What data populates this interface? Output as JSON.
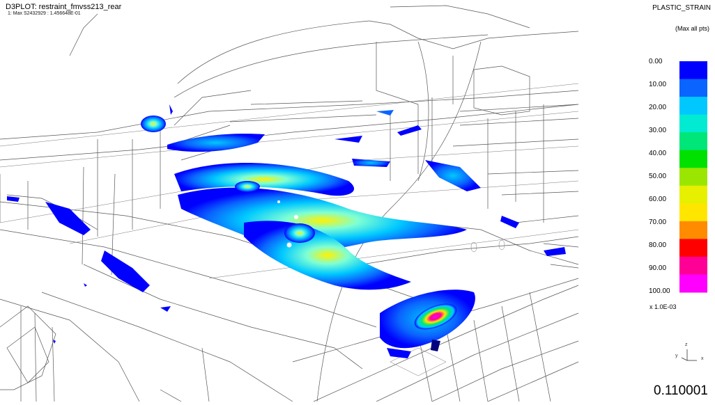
{
  "header": {
    "title": "D3PLOT: restraint_fmvss213_rear",
    "subtitle": "1: Max S2432929 : 1.456648E-01"
  },
  "fringe": {
    "component": "PLASTIC_STRAIN",
    "basis": "(Max all pts)",
    "levels": [
      "0.00",
      "10.00",
      "20.00",
      "30.00",
      "40.00",
      "50.00",
      "60.00",
      "70.00",
      "80.00",
      "90.00",
      "100.00"
    ],
    "colors": [
      "#0000ff",
      "#0a64ff",
      "#00c8ff",
      "#00ebd2",
      "#00e678",
      "#00e100",
      "#9be600",
      "#e6f000",
      "#ffe600",
      "#ff8c00",
      "#ff0000",
      "#ff0096",
      "#ff00ff"
    ],
    "multiplier": "x 1.0E-03"
  },
  "triad": {
    "z": "z",
    "y": "y",
    "x": "x"
  },
  "time": "0.110001"
}
